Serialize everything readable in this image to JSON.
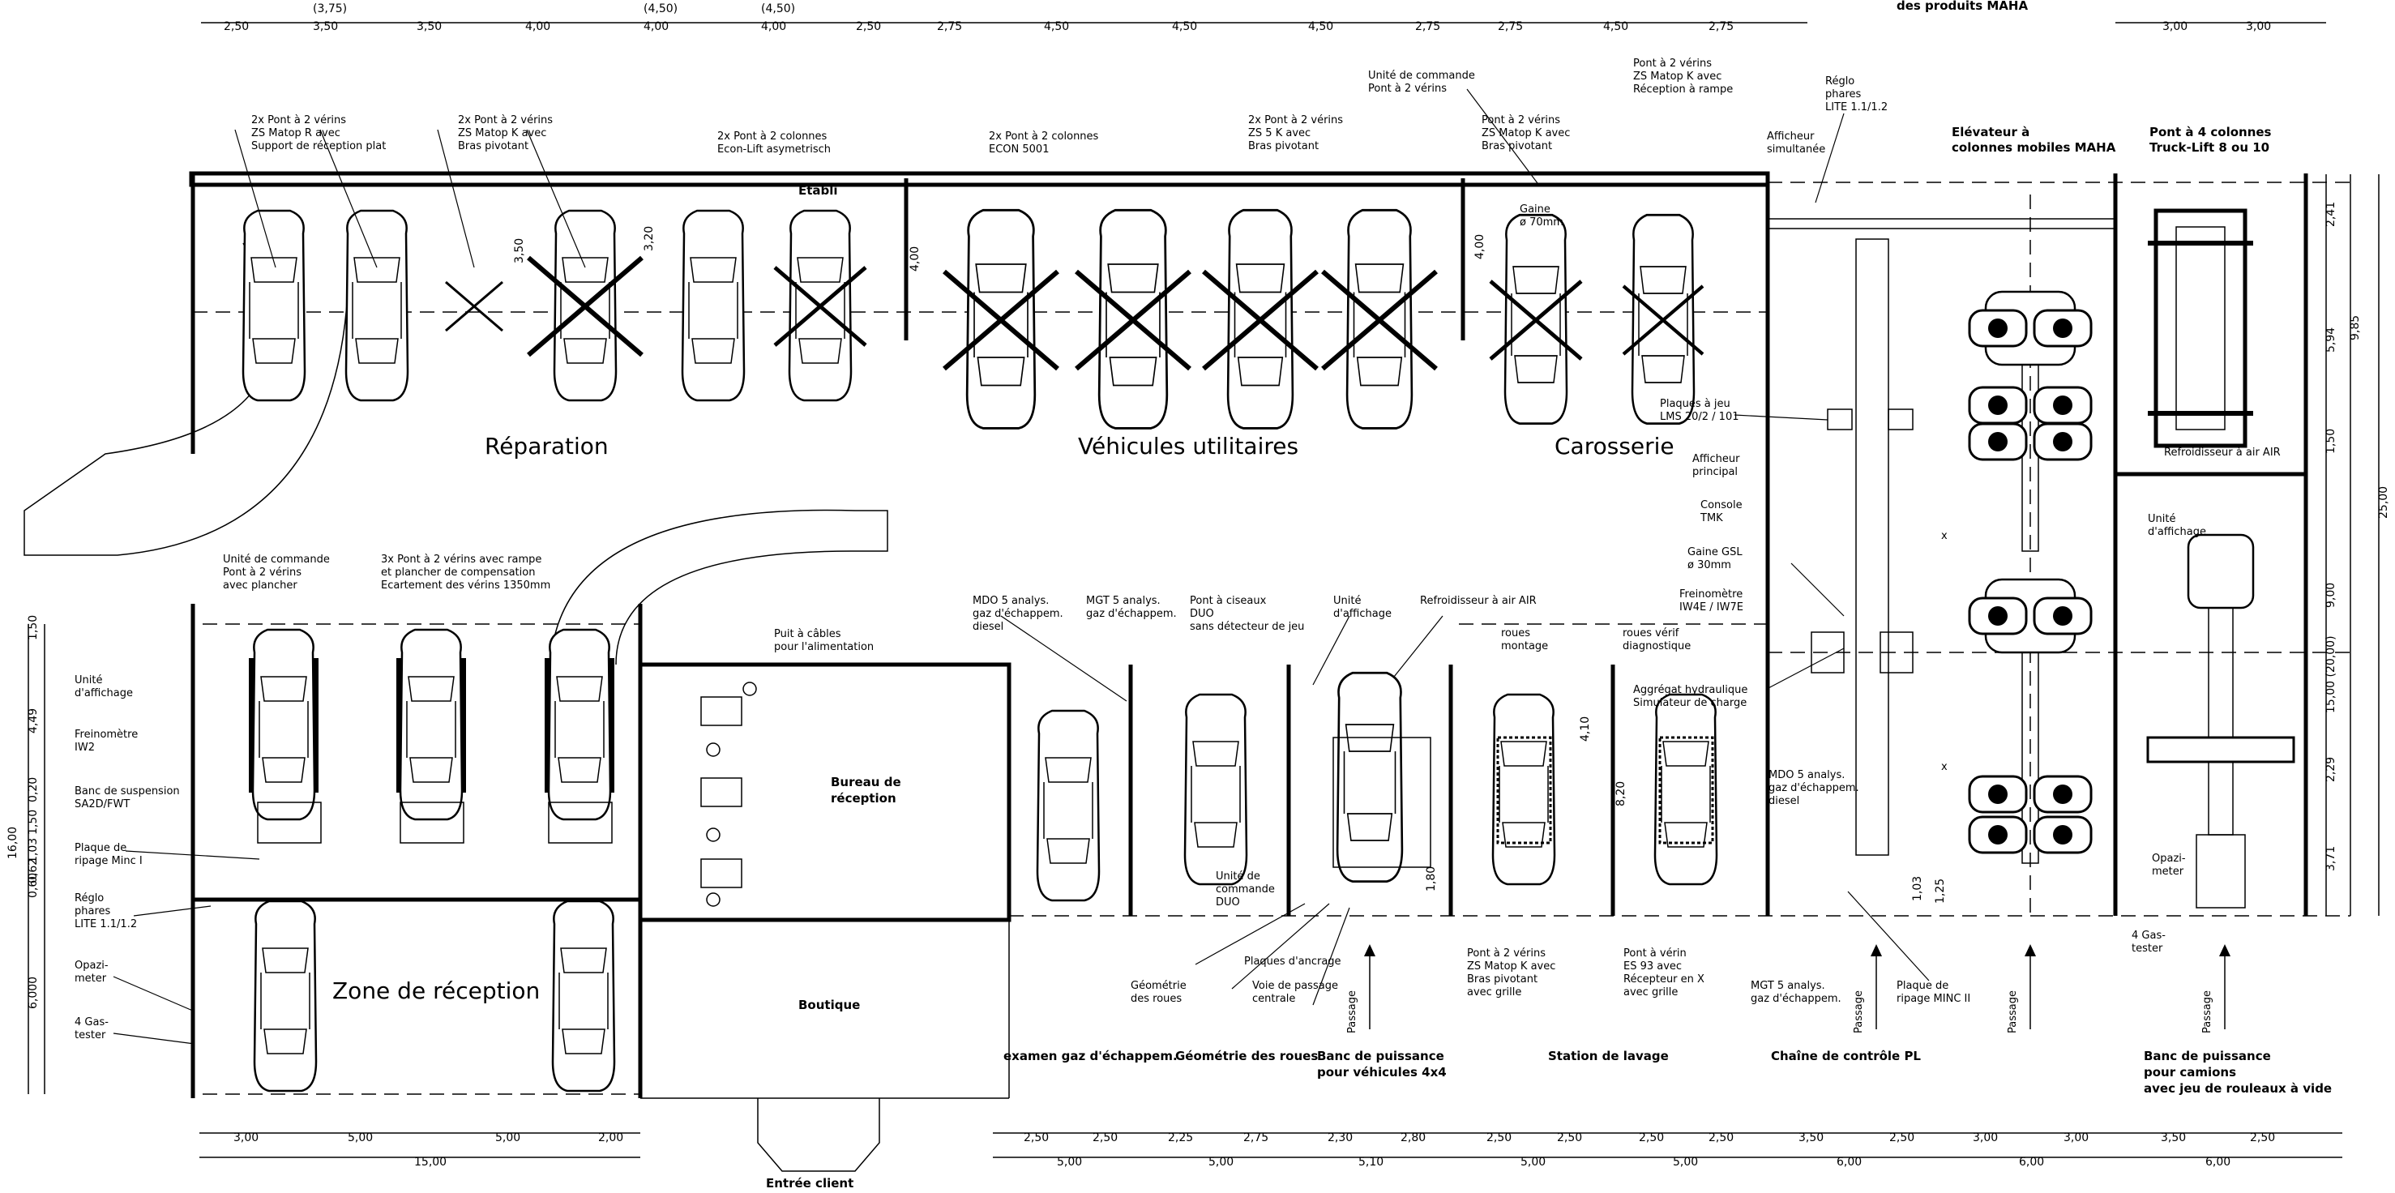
{
  "title_fragment": "des produits MAHA",
  "top_dims": [
    "2,50",
    "(3,75)",
    "3,50",
    "3,50",
    "4,00",
    "(4,50)",
    "4,00",
    "(4,50)",
    "4,00",
    "2,50",
    "2,75",
    "4,50",
    "4,50",
    "4,50",
    "2,75",
    "2,75",
    "4,50",
    "2,75",
    "3,00",
    "3,00"
  ],
  "bottom_dims": [
    "3,00",
    "5,00",
    "5,00",
    "2,00",
    "15,00",
    "2,50",
    "2,50",
    "5,00",
    "2,25",
    "2,75",
    "5,00",
    "2,30",
    "2,80",
    "5,10",
    "2,50",
    "2,50",
    "5,00",
    "2,50",
    "2,50",
    "5,00",
    "3,50",
    "2,50",
    "6,00",
    "3,00",
    "3,00",
    "6,00",
    "3,50",
    "2,50",
    "6,00"
  ],
  "left_dims": [
    "1,50",
    "4,49",
    "0,20",
    "1,50",
    "1,03",
    "0,62",
    "0,60",
    "16,00",
    "6,000"
  ],
  "right_dims": [
    "2,41",
    "5,94",
    "9,85",
    "1,50",
    "25,00",
    "9,00",
    "15,00 (20,00)",
    "2,29",
    "3,71"
  ],
  "zones": {
    "reparation": "Réparation",
    "utilitaires": "Véhicules utilitaires",
    "carosserie": "Carosserie",
    "reception": "Zone de réception",
    "bureau": "Bureau de réception",
    "boutique": "Boutique",
    "entree": "Entrée client",
    "etabli": "Etabli"
  },
  "top_labels": {
    "l1": [
      "2x Pont à 2 vérins",
      "ZS Matop R avec",
      "Support de réception plat"
    ],
    "l2": [
      "2x Pont à 2 vérins",
      "ZS Matop K avec",
      "Bras pivotant"
    ],
    "l3": [
      "2x Pont à 2 colonnes",
      "Econ-Lift asymetrisch"
    ],
    "l4": [
      "2x Pont à 2 colonnes",
      "ECON 5001"
    ],
    "l5": [
      "2x Pont à 2 vérins",
      "ZS 5 K avec",
      "Bras pivotant"
    ],
    "l6": [
      "Unité de commande",
      "Pont à 2 vérins"
    ],
    "l7": [
      "Pont à 2 vérins",
      "ZS Matop K avec",
      "Bras pivotant"
    ],
    "l8": [
      "Pont à 2 vérins",
      "ZS Matop K avec",
      "Réception à rampe"
    ],
    "l9": [
      "Réglo",
      "phares",
      "LITE 1.1/1.2"
    ],
    "l10": [
      "Afficheur",
      "simultanée"
    ],
    "l11": [
      "Elévateur à",
      "colonnes mobiles MAHA"
    ],
    "l12": [
      "Pont à 4 colonnes",
      "Truck-Lift 8 ou 10"
    ],
    "gaine": [
      "Gaine",
      "ø 70mm"
    ]
  },
  "mid_labels": {
    "unite_cmd": [
      "Unité de commande",
      "Pont à 2 vérins",
      "avec plancher"
    ],
    "ponts3": [
      "3x Pont à 2 vérins avec rampe",
      "et plancher de compensation",
      "Ecartement des vérins 1350mm"
    ],
    "puit": [
      "Puit à câbles",
      "pour l'alimentation"
    ],
    "mdo": [
      "MDO 5 analys.",
      "gaz d'échappem.",
      "diesel"
    ],
    "mgt": [
      "MGT 5 analys.",
      "gaz d'échappem."
    ],
    "ciseaux": [
      "Pont à ciseaux",
      "DUO",
      "sans détecteur de jeu"
    ],
    "unite_aff": [
      "Unité",
      "d'affichage"
    ],
    "refroid": "Refroidisseur à air AIR",
    "roues_montage": [
      "roues",
      "montage"
    ],
    "roues_verif": [
      "roues vérif",
      "diagnostique"
    ],
    "aggregat": [
      "Aggrégat hydraulique",
      "Simulateur de charge"
    ],
    "plaques_jeu": [
      "Plaques à jeu",
      "LMS 20/2 / 101"
    ],
    "afficheur_princ": [
      "Afficheur",
      "principal"
    ],
    "console": [
      "Console",
      "TMK"
    ],
    "gaine_gsl": [
      "Gaine GSL",
      "ø 30mm"
    ],
    "freinometre_iw4": [
      "Freinomètre",
      "IW4E / IW7E"
    ],
    "mdo2": [
      "MDO 5 analys.",
      "gaz d'échappem.",
      "diesel"
    ],
    "refroid2": "Refroidisseur à air AIR",
    "unite_aff2": [
      "Unité",
      "d'affichage"
    ],
    "opazimeter2": [
      "Opazi-",
      "meter"
    ],
    "gastester2": [
      "4 Gas-",
      "tester"
    ]
  },
  "left_labels": {
    "unite": [
      "Unité",
      "d'affichage"
    ],
    "freino": [
      "Freinomètre",
      "IW2"
    ],
    "banc": [
      "Banc de suspension",
      "SA2D/FWT"
    ],
    "plaque": [
      "Plaque de",
      "ripage Minc I"
    ],
    "reglo": [
      "Réglo",
      "phares",
      "LITE 1.1/1.2"
    ],
    "opazi": [
      "Opazi-",
      "meter"
    ],
    "gas": [
      "4 Gas-",
      "tester"
    ]
  },
  "bottom_labels": {
    "unite_duo": [
      "Unité de",
      "commande",
      "DUO"
    ],
    "plaques_ancrage": "Plaques d'ancrage",
    "geometrie": [
      "Géométrie",
      "des roues"
    ],
    "voie": [
      "Voie de passage",
      "centrale"
    ],
    "pont_grille": [
      "Pont à 2 vérins",
      "ZS Matop K avec",
      "Bras pivotant",
      "avec grille"
    ],
    "pont_verin": [
      "Pont à vérin",
      "ES 93 avec",
      "Récepteur en X",
      "avec grille"
    ],
    "mgt2": [
      "MGT 5 analys.",
      "gaz d'échappem."
    ],
    "plaque_ripage2": [
      "Plaque de",
      "ripage MINC II"
    ],
    "passage": "Passage",
    "dim_410": "4,10",
    "dim_820": "8,20",
    "dim_180": "1,80",
    "dim_103": "1,03",
    "dim_125": "1,25",
    "dim_400a": "4,00",
    "dim_400b": "4,00",
    "dim_350": "3,50",
    "dim_320": "3,20",
    "x": "x"
  },
  "stations": {
    "s1": "examen gaz d'échappem.",
    "s2": "Géométrie des roues",
    "s3": [
      "Banc de puissance",
      "pour véhicules 4x4"
    ],
    "s4": "Station de lavage",
    "s5": "Chaîne de contrôle PL",
    "s6": [
      "Banc de puissance",
      "pour camions",
      "avec jeu de rouleaux à vide"
    ]
  }
}
